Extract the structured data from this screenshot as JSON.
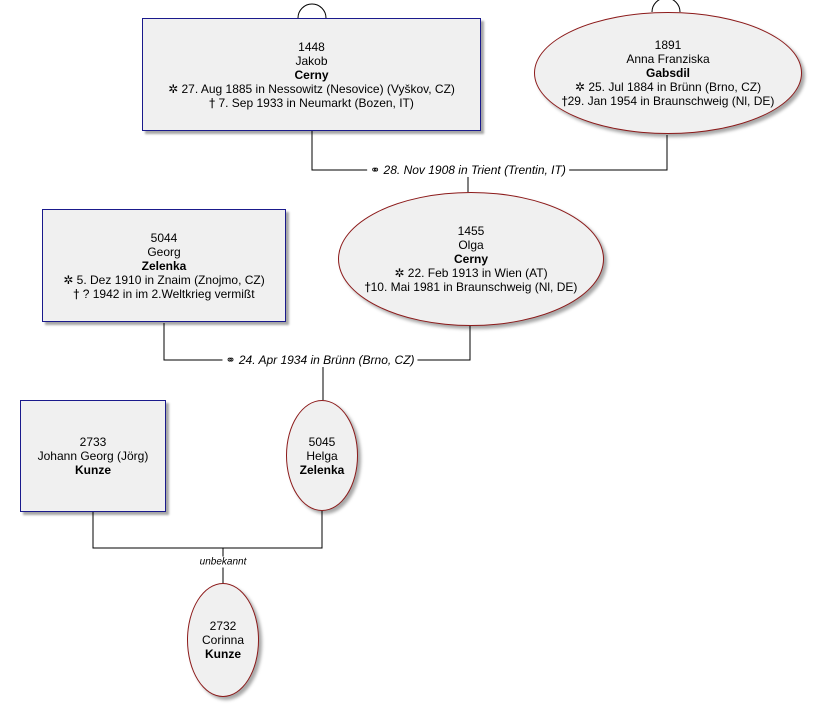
{
  "persons": {
    "jakob": {
      "id": "1448",
      "given": "Jakob",
      "surname": "Cerny",
      "birth_sym": "✲",
      "birth": "27. Aug 1885 in Nessowitz (Nesovice) (Vyškov, CZ)",
      "death_sym": "†",
      "death": "7. Sep 1933 in Neumarkt (Bozen, IT)"
    },
    "anna": {
      "id": "1891",
      "given": "Anna Franziska",
      "surname": "Gabsdil",
      "birth_sym": "✲",
      "birth": "25. Jul 1884 in Brünn (Brno, CZ)",
      "death_sym": "†",
      "death": "29. Jan 1954 in Braunschweig (Nl, DE)"
    },
    "georg": {
      "id": "5044",
      "given": "Georg",
      "surname": "Zelenka",
      "birth_sym": "✲",
      "birth": "5. Dez 1910 in Znaim (Znojmo, CZ)",
      "death_sym": "†",
      "death": "? 1942 in im 2.Weltkrieg vermißt"
    },
    "olga": {
      "id": "1455",
      "given": "Olga",
      "surname": "Cerny",
      "birth_sym": "✲",
      "birth": "22. Feb 1913 in Wien (AT)",
      "death_sym": "†",
      "death": "10. Mai 1981 in Braunschweig (Nl, DE)"
    },
    "johann": {
      "id": "2733",
      "given": "Johann Georg (Jörg)",
      "surname": "Kunze"
    },
    "helga": {
      "id": "5045",
      "given": "Helga",
      "surname": "Zelenka"
    },
    "corinna": {
      "id": "2732",
      "given": "Corinna",
      "surname": "Kunze"
    }
  },
  "marriages": {
    "m1": {
      "sym": "⚭",
      "text": "28. Nov 1908 in Trient (Trentin, IT)"
    },
    "m2": {
      "sym": "⚭",
      "text": "24. Apr 1934 in Brünn (Brno, CZ)"
    },
    "m3": {
      "text": "unbekannt"
    }
  },
  "colors": {
    "male_border": "#1a1a8c",
    "female_border": "#8c1a1a",
    "box_fill": "#f0f0f0",
    "line": "#000000"
  }
}
